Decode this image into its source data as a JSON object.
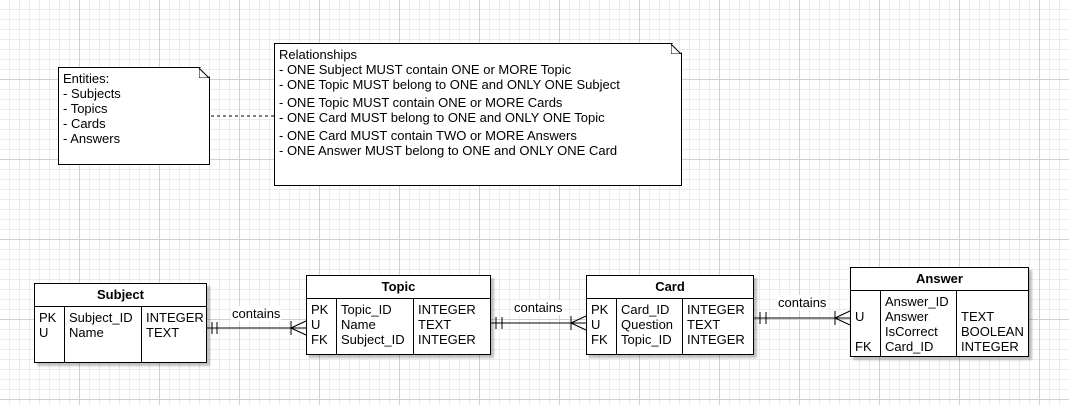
{
  "notes": {
    "entities": [
      "Entities:",
      "- Subjects",
      "- Topics",
      "- Cards",
      "- Answers"
    ],
    "relationships": [
      "Relationships",
      "- ONE Subject MUST contain ONE or MORE Topic",
      "- ONE Topic MUST belong to ONE and ONLY ONE Subject",
      "- ONE Topic MUST contain ONE or MORE Cards",
      "- ONE Card MUST belong to ONE and ONLY ONE Topic",
      "- ONE Card MUST contain TWO or MORE Answers",
      "- ONE Answer MUST belong to ONE and ONLY ONE Card"
    ]
  },
  "tables": {
    "subject": {
      "title": "Subject",
      "keys": [
        "PK",
        "U"
      ],
      "fields": [
        "Subject_ID",
        "Name"
      ],
      "types": [
        "INTEGER",
        "TEXT"
      ]
    },
    "topic": {
      "title": "Topic",
      "keys": [
        "PK",
        "U",
        "FK"
      ],
      "fields": [
        "Topic_ID",
        "Name",
        "Subject_ID"
      ],
      "types": [
        "INTEGER",
        "TEXT",
        "INTEGER"
      ]
    },
    "card": {
      "title": "Card",
      "keys": [
        "PK",
        "U",
        "FK"
      ],
      "fields": [
        "Card_ID",
        "Question",
        "Topic_ID"
      ],
      "types": [
        "INTEGER",
        "TEXT",
        "INTEGER"
      ]
    },
    "answer": {
      "title": "Answer",
      "keys": [
        "",
        "U",
        "",
        "FK"
      ],
      "fields": [
        "Answer_ID",
        "Answer",
        "IsCorrect",
        "Card_ID"
      ],
      "types": [
        "",
        "TEXT",
        "BOOLEAN",
        "INTEGER"
      ]
    }
  },
  "relations": {
    "subject_topic": "contains",
    "topic_card": "contains",
    "card_answer": "contains"
  }
}
